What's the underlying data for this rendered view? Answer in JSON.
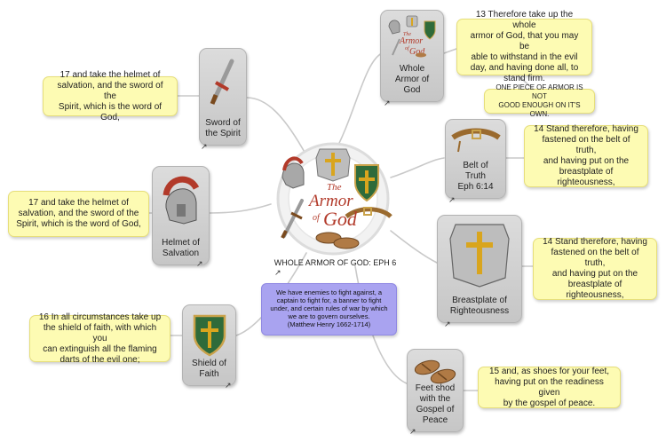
{
  "central": {
    "label": "WHOLE ARMOR OF GOD: EPH 6",
    "logo_text": [
      "The",
      "Armor",
      "of",
      "God"
    ]
  },
  "quote": "We have enemies to fight against, a\ncaptain to fight for, a banner to fight\nunder, and certain rules of war by which\nwe are to govern ourselves.\n(Matthew Henry 1662-1714)",
  "nodes": {
    "whole_armor": {
      "label": "Whole\nArmor of\nGod",
      "logo_text": [
        "The",
        "Armor",
        "of",
        "God"
      ]
    },
    "sword": {
      "label": "Sword of\nthe Spirit"
    },
    "helmet": {
      "label": "Helmet of\nSalvation"
    },
    "shield": {
      "label": "Shield of\nFaith"
    },
    "belt": {
      "label": "Belt of\nTruth\nEph 6:14"
    },
    "breastplate": {
      "label": "Breastplate of\nRighteousness",
      "dash": "-"
    },
    "feet": {
      "label": "Feet shod\nwith the\nGospel of\nPeace"
    }
  },
  "notes": {
    "whole_armor": "13 Therefore take up the whole\narmor of God, that you may be\nable to withstand in the evil\nday, and having done all, to\nstand firm.",
    "whole_armor_extra": "ONE PIECE OF ARMOR IS NOT\nGOOD ENOUGH ON IT'S OWN.",
    "sword": "17 and take the helmet of\nsalvation, and the sword of the\nSpirit, which is the word of God,",
    "helmet": "17 and take the helmet of\nsalvation, and the sword of the\nSpirit, which is the word of God,",
    "shield": "16 In all circumstances take up\nthe shield of faith, with which you\ncan extinguish all the flaming\ndarts of the evil one;",
    "belt": "14 Stand therefore, having\nfastened on the belt of truth,\nand having put on the\nbreastplate of\nrighteousness,",
    "breastplate": "14 Stand therefore, having\nfastened on the belt of truth,\nand having put on the\nbreastplate of\nrighteousness,",
    "feet": "15 and, as shoes for your feet,\nhaving put on the readiness given\nby the gospel of peace."
  },
  "icons": {
    "link": "link-arrow-icon"
  },
  "colors": {
    "card": "#d2d2d2",
    "note": "#fdfbb3",
    "quote": "#a9a3f0",
    "link": "#c8c8c8",
    "shield_green": "#2f6b3a",
    "cross_gold": "#d9a51e",
    "logo_red": "#b23a2a"
  }
}
